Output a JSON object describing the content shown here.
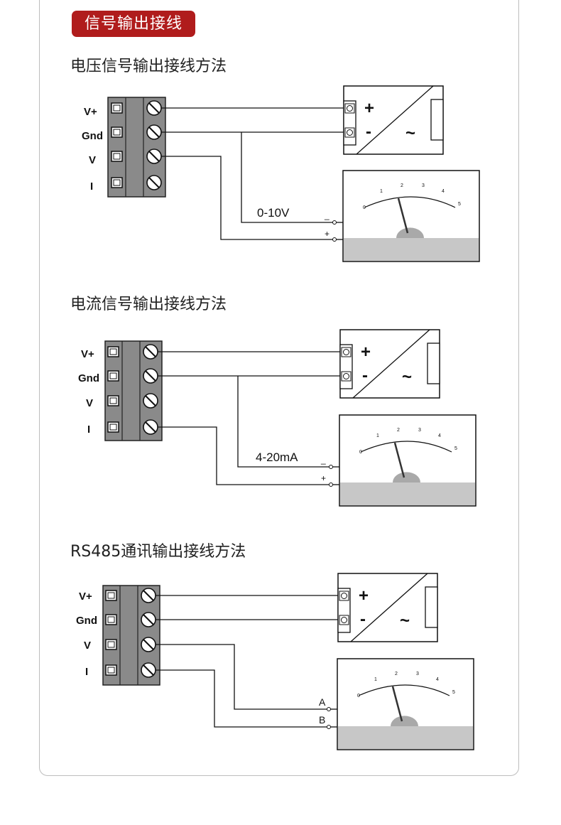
{
  "header": {
    "badge": "信号输出接线"
  },
  "sections": [
    {
      "title": "电压信号输出接线方法",
      "terminal_labels": [
        "V+",
        "Gnd",
        "V",
        "I"
      ],
      "signal_label": "0-10V",
      "meter_terminals": [
        "_",
        "+"
      ],
      "supply_symbols": [
        "+",
        "-",
        "~"
      ],
      "scale_labels": [
        "0",
        "1",
        "2",
        "3",
        "4",
        "5"
      ]
    },
    {
      "title": "电流信号输出接线方法",
      "terminal_labels": [
        "V+",
        "Gnd",
        "V",
        "I"
      ],
      "signal_label": "4-20mA",
      "meter_terminals": [
        "_",
        "+"
      ],
      "supply_symbols": [
        "+",
        "-",
        "~"
      ],
      "scale_labels": [
        "0",
        "1",
        "2",
        "3",
        "4",
        "5"
      ]
    },
    {
      "title": "RS485通讯输出接线方法",
      "terminal_labels": [
        "V+",
        "Gnd",
        "V",
        "I"
      ],
      "signal_label": "",
      "meter_terminals": [
        "A",
        "B"
      ],
      "supply_symbols": [
        "+",
        "-",
        "~"
      ],
      "scale_labels": [
        "0",
        "1",
        "2",
        "3",
        "4",
        "5"
      ]
    }
  ],
  "colors": {
    "badge": "#b01c1c",
    "terminal_block": "#8a8a8a",
    "meter_ground": "#c7c7c7"
  }
}
